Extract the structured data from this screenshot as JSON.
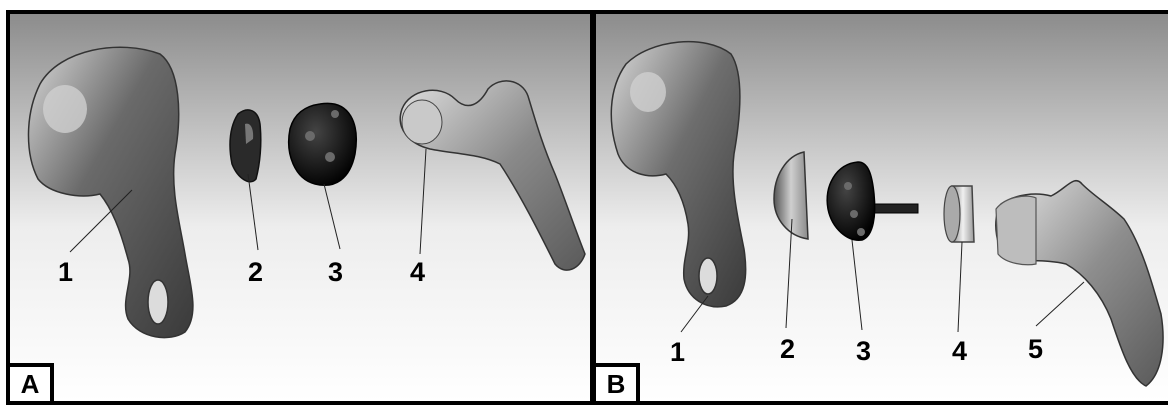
{
  "panels": [
    {
      "letter": "A",
      "labels": [
        "1",
        "2",
        "3",
        "4"
      ]
    },
    {
      "letter": "B",
      "labels": [
        "1",
        "2",
        "3",
        "4",
        "5"
      ]
    }
  ]
}
